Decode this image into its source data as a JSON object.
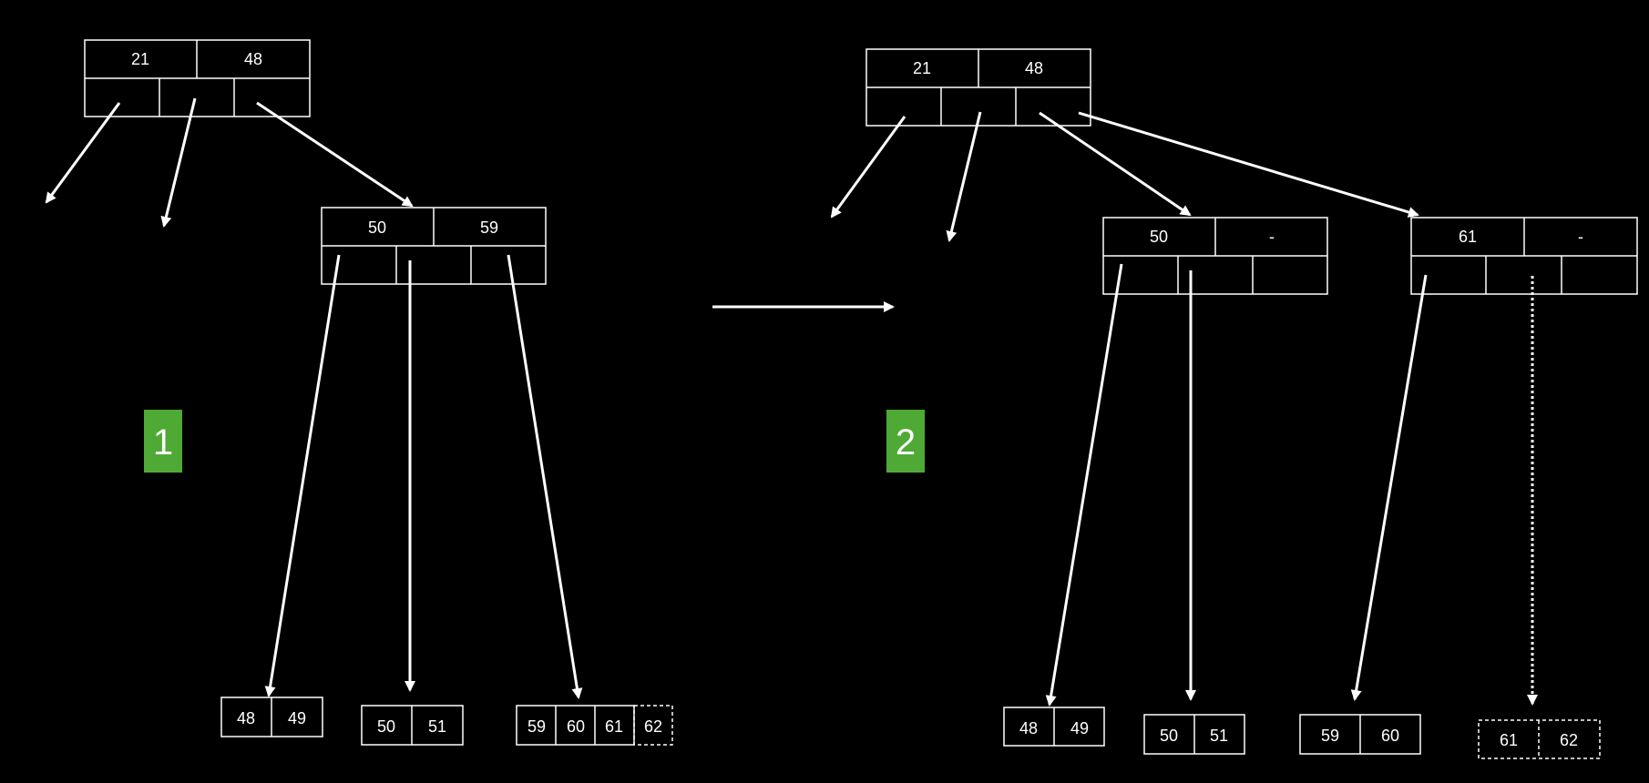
{
  "panel1": {
    "badge": "1",
    "root": {
      "keys": [
        "21",
        "48"
      ]
    },
    "internal": {
      "keys": [
        "50",
        "59"
      ]
    },
    "leaves": [
      {
        "keys": [
          "48",
          "49"
        ]
      },
      {
        "keys": [
          "50",
          "51"
        ]
      },
      {
        "keys": [
          "59",
          "60",
          "61"
        ],
        "pending_key": "62"
      }
    ]
  },
  "panel2": {
    "badge": "2",
    "root": {
      "keys": [
        "21",
        "48"
      ]
    },
    "internal_left": {
      "keys": [
        "50",
        "-"
      ]
    },
    "internal_right": {
      "keys": [
        "61",
        "-"
      ]
    },
    "leaves": [
      {
        "keys": [
          "48",
          "49"
        ]
      },
      {
        "keys": [
          "50",
          "51"
        ]
      },
      {
        "keys": [
          "59",
          "60"
        ]
      },
      {
        "keys": [
          "61",
          "62"
        ],
        "dashed": true
      }
    ]
  },
  "colors": {
    "background": "#000000",
    "stroke": "#ffffff",
    "badge": "#4fa935"
  }
}
